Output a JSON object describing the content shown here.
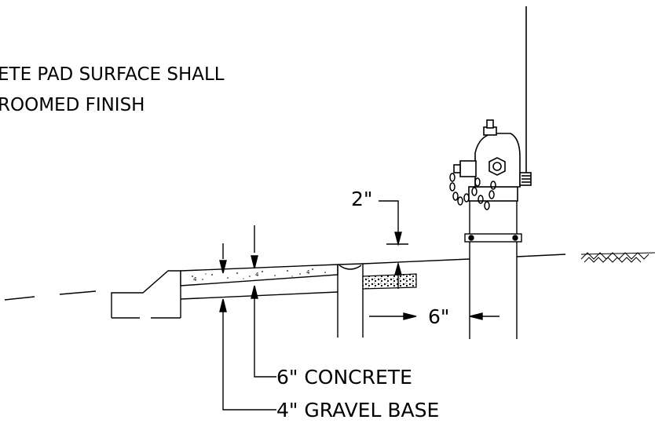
{
  "note": {
    "line1": "ETE PAD SURFACE SHALL",
    "line2": "ROOMED FINISH"
  },
  "dimensions": {
    "clearance": "2\"",
    "offset": "6\""
  },
  "callouts": {
    "concrete": "6\" CONCRETE",
    "gravel": "4\" GRAVEL BASE"
  },
  "colors": {
    "line": "#000000",
    "background": "#ffffff"
  }
}
